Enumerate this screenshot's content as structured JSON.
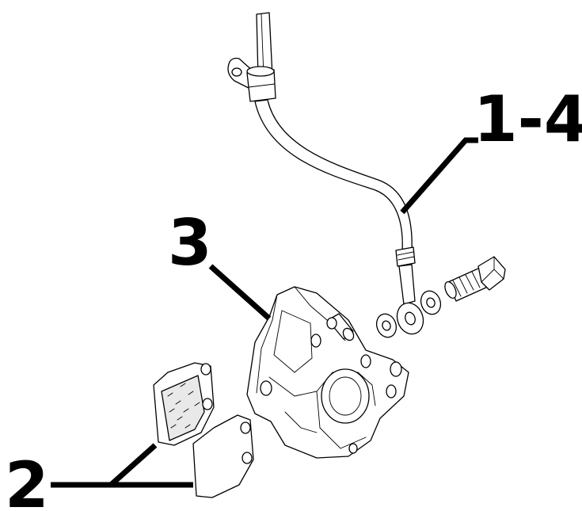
{
  "callouts": {
    "hose_assembly": "1-4",
    "caliper": "3",
    "brake_pads": "2"
  }
}
